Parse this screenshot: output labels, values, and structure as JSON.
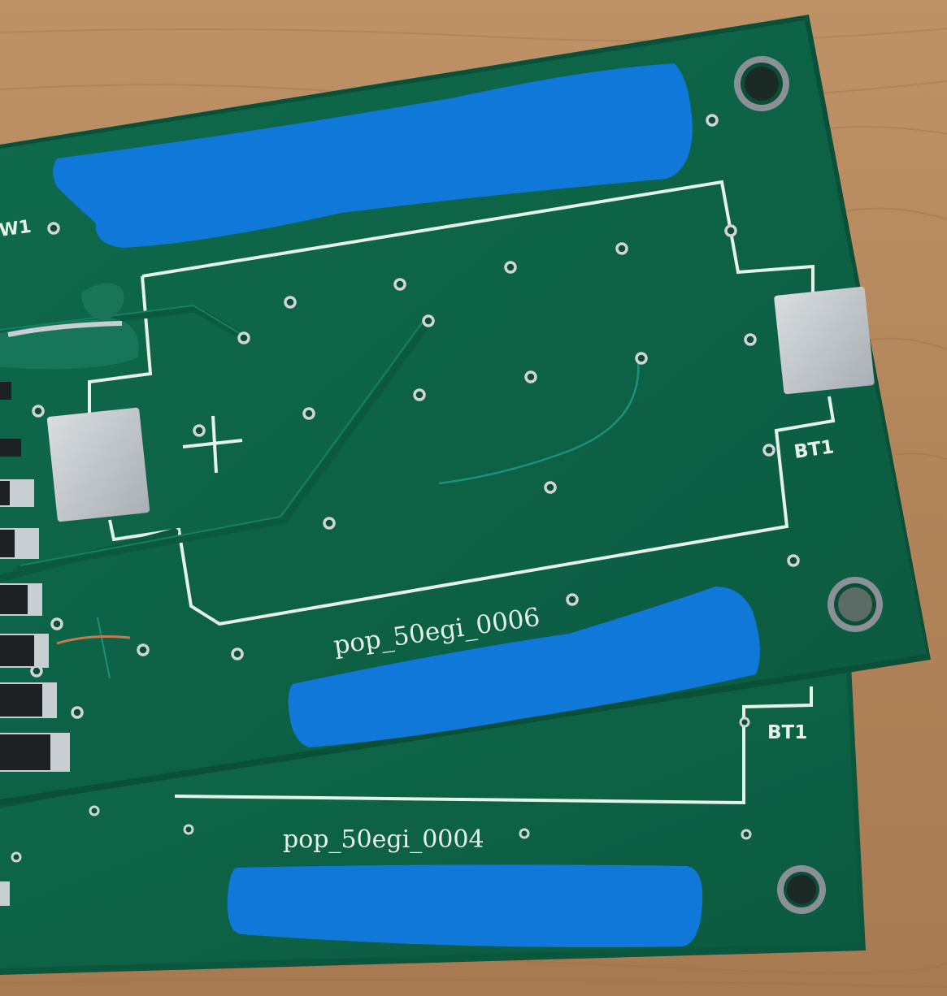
{
  "photo": {
    "subject": "two stacked green printed circuit boards on a wooden table",
    "colors": {
      "wood": "#b5875e",
      "board_green": "#0d6245",
      "board_green_dark": "#0a4f38",
      "silkscreen": "#e4f2ea",
      "pad": "#c9ced2",
      "redaction_blue": "#0f78d9"
    }
  },
  "top_board": {
    "serial": "pop_50egi_0006",
    "battery_ref": "BT1",
    "switch_ref": "W1"
  },
  "bottom_board": {
    "serial": "pop_50egi_0004",
    "battery_ref": "BT1"
  }
}
